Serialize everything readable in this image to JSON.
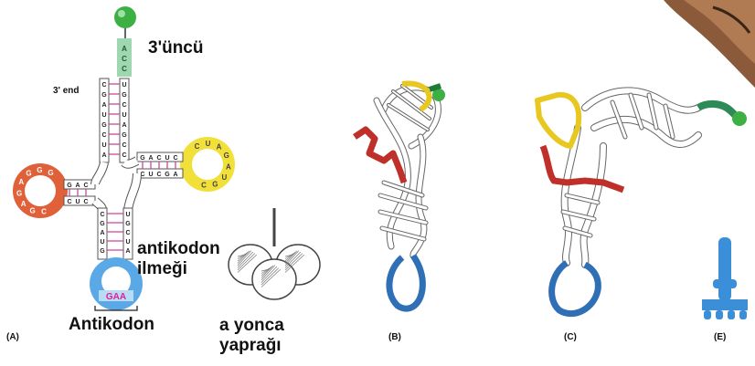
{
  "labels": {
    "three_prime_top": "3'üncü",
    "three_prime_end": "3' end",
    "anticodon_loop": "antikodon\nilmeği",
    "anticodon": "Antikodon",
    "cloverleaf": "a yonca\nyaprağı"
  },
  "panels": [
    "(A)",
    "(B)",
    "(C)",
    "(E)"
  ],
  "acceptor_bases": [
    "A",
    "C",
    "C"
  ],
  "anticodon_bases": "GAA",
  "tpsic_loop_bases": [
    "C",
    "U",
    "A",
    "G",
    "A",
    "U",
    "G",
    "C"
  ],
  "d_loop_bases": [
    "G",
    "G",
    "G",
    "A",
    "G",
    "A",
    "G",
    "C"
  ],
  "colors": {
    "acceptor": "#2e8b57",
    "d_loop": "#e0603a",
    "t_loop": "#f2e03a",
    "anticodon": "#5aa9e6",
    "anticodon_text": "#e0209a",
    "red_segment": "#c0302a",
    "blue_loop": "#2f6fb5",
    "model_e": "#3a8fd8",
    "sphere": "#3cb043"
  }
}
